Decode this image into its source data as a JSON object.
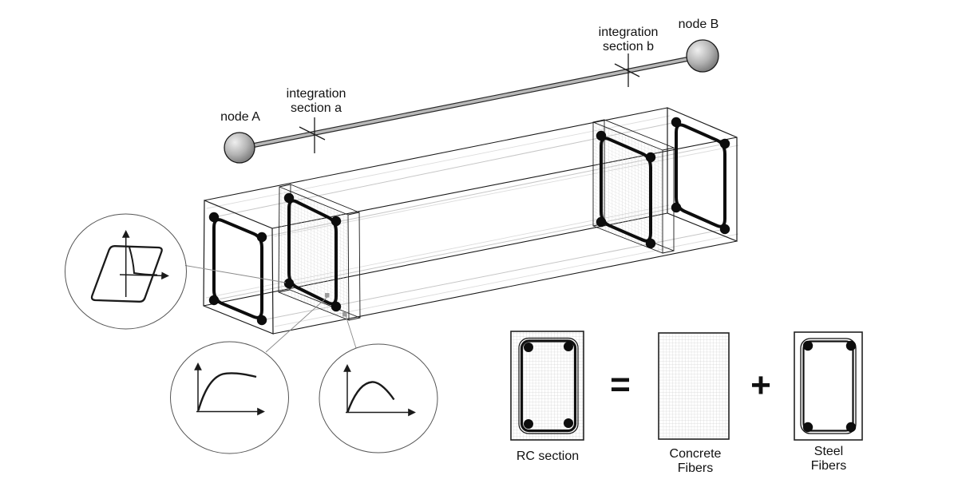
{
  "labels": {
    "node_a": "node A",
    "node_b": "node B",
    "integration_a_line1": "integration",
    "integration_a_line2": "section a",
    "integration_b_line1": "integration",
    "integration_b_line2": "section b",
    "rc_section": "RC section",
    "equals_sign": "=",
    "plus_sign": "+",
    "concrete_line1": "Concrete",
    "concrete_line2": "Fibers",
    "steel_line1": "Steel",
    "steel_line2": "Fibers"
  },
  "icons": {
    "inset_top": "hysteresis-loop-curve",
    "inset_middle": "elastic-plastic-curve",
    "inset_right": "parabolic-curve",
    "node_symbol": "sphere-node",
    "section_mark": "integration-section-tick",
    "fiber_marker": "highlighted-fiber-square"
  },
  "colors": {
    "background": "#ffffff",
    "line": "#1a1a1a",
    "faint_line": "#d9d9d9",
    "longitudinal_line": "#c6c6c6",
    "mesh_grid": "#c9c9c9",
    "panel_grid": "#c3c3c3",
    "connector_line": "#8a8a8a",
    "rebar": "#0d0d0d",
    "node_gray": "#b4b4b4",
    "rod_gray": "#b8b8b8",
    "circle_stroke": "#555555"
  }
}
